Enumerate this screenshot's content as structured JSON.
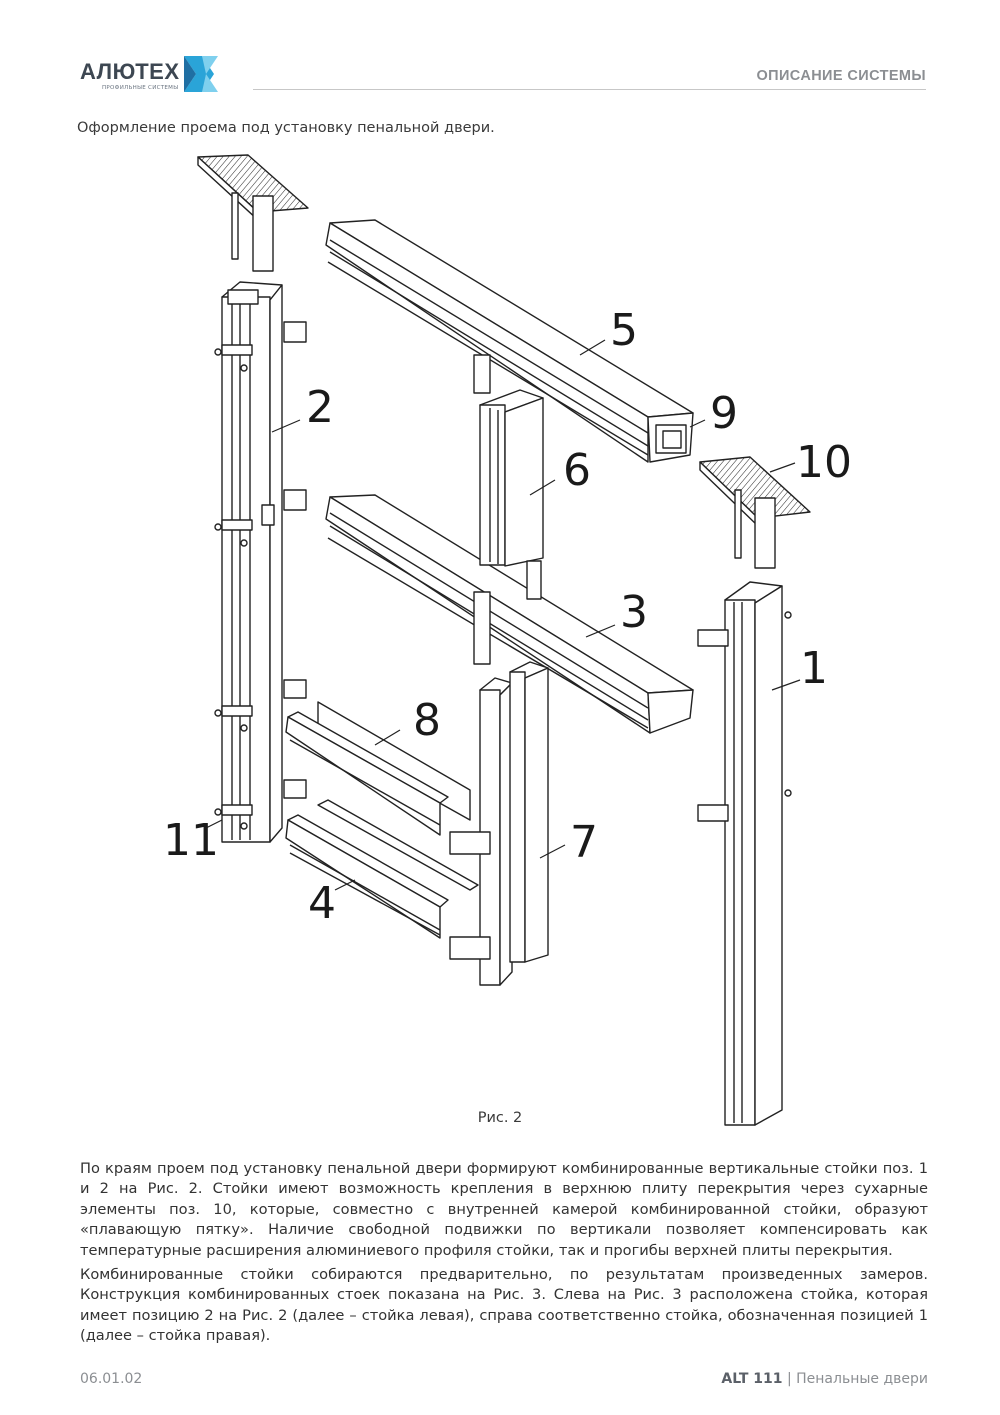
{
  "header": {
    "logo_text": "АЛЮТЕХ",
    "logo_subtext": "ПРОФИЛЬНЫЕ СИСТЕМЫ",
    "section_title": "ОПИСАНИЕ СИСТЕМЫ"
  },
  "subtitle": "Оформление проема под установку пенальной двери.",
  "figure": {
    "caption": "Рис. 2",
    "labels": [
      "1",
      "2",
      "3",
      "4",
      "5",
      "6",
      "7",
      "8",
      "9",
      "10",
      "11"
    ]
  },
  "body": {
    "paragraph_1": "По краям проем под установку пенальной двери формируют комбинированные вертикальные стойки поз. 1 и 2 на Рис. 2. Стойки имеют возможность крепления в верхнюю плиту перекрытия через сухарные элементы поз. 10, которые, совместно с внутренней камерой комбинированной стойки, образуют «плавающую пятку». Наличие свободной подвижки по вертикали позволяет компенсировать как температурные расширения алюминиевого профиля стойки, так и прогибы верхней плиты перекрытия.",
    "paragraph_2": "Комбинированные стойки собираются предварительно, по результатам произведенных замеров. Конструкция комбинированных стоек показана на Рис. 3. Слева на Рис. 3 расположена стойка, которая имеет позицию 2 на Рис. 2 (далее – стойка левая), справа соответственно стойка, обозначенная позицией 1 (далее – стойка правая)."
  },
  "footer": {
    "doc_code": "06.01.02",
    "product_bold": "ALT 111",
    "product_rest": " | Пенальные двери"
  },
  "colors": {
    "logo_dark": "#3d4752",
    "logo_blue": "#2aa4d8",
    "header_gray": "#8b8e92"
  }
}
